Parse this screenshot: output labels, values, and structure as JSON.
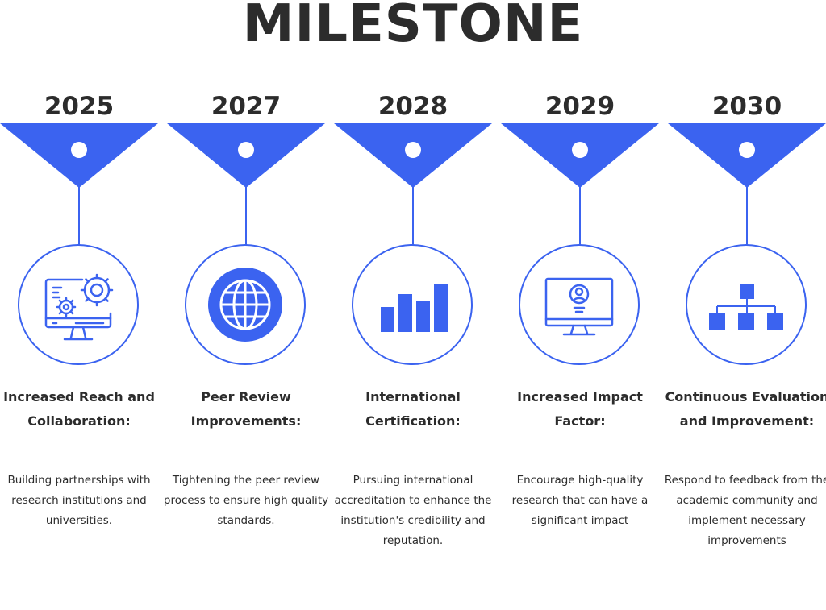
{
  "title": "MILESTONE",
  "accent_color": "#3b63f0",
  "milestones": [
    {
      "year": "2025",
      "icon": "monitor-gears-icon",
      "heading": "Increased Reach and Collaboration:",
      "description": "Building partnerships with research institutions and universities."
    },
    {
      "year": "2027",
      "icon": "globe-icon",
      "heading": "Peer Review Improvements:",
      "description": "Tightening the peer review process to ensure high quality standards."
    },
    {
      "year": "2028",
      "icon": "bar-chart-icon",
      "heading": "International Certification:",
      "description": "Pursuing international accreditation to enhance the institution's credibility and reputation."
    },
    {
      "year": "2029",
      "icon": "monitor-user-icon",
      "heading": "Increased Impact Factor:",
      "description": "Encourage high-quality research that can have a significant impact"
    },
    {
      "year": "2030",
      "icon": "hierarchy-icon",
      "heading": "Continuous Evaluation and Improvement:",
      "description": "Respond to feedback from the academic community and implement necessary improvements"
    }
  ]
}
